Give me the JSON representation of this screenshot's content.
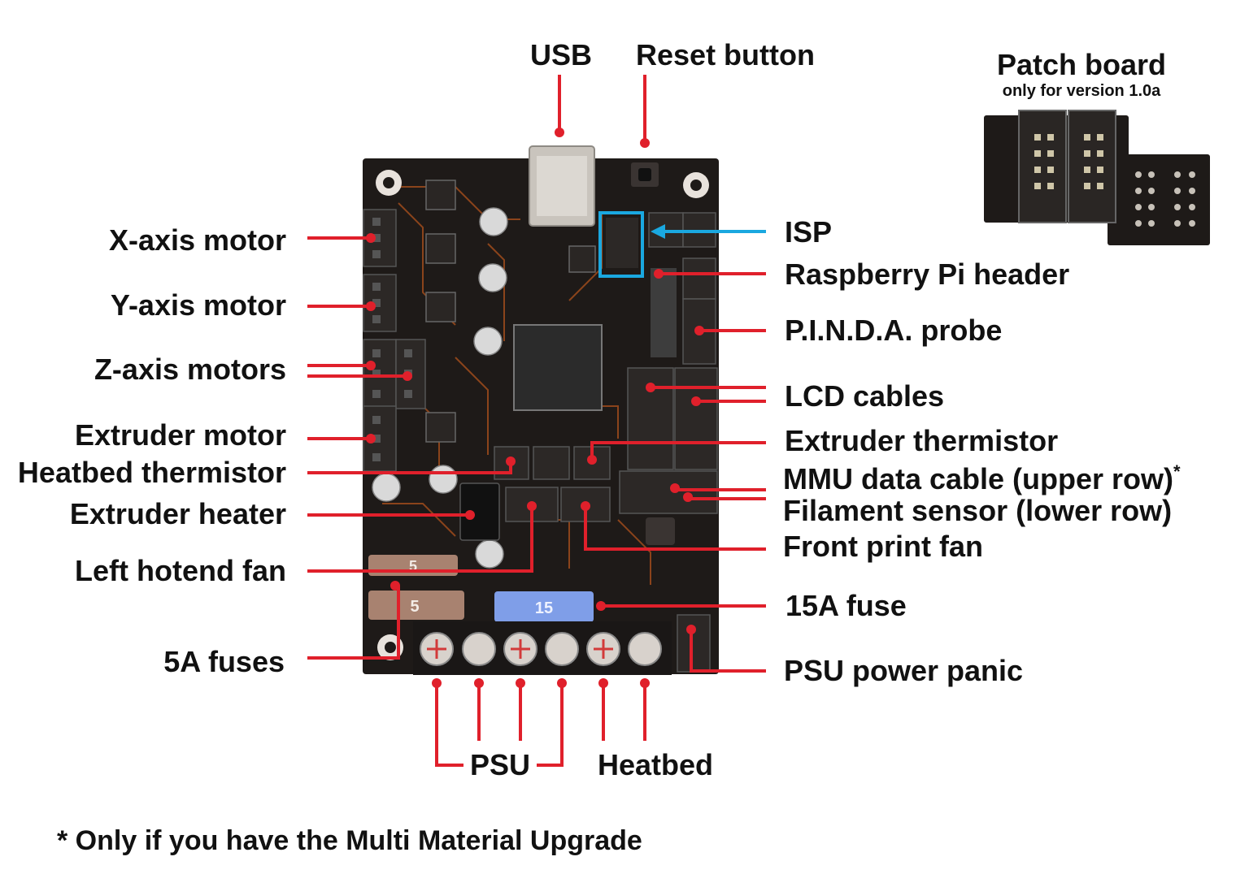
{
  "top_labels": {
    "usb": "USB",
    "reset": "Reset button"
  },
  "patch_board": {
    "title": "Patch board",
    "subtitle": "only for version 1.0a"
  },
  "left_labels": {
    "x_axis": "X-axis motor",
    "y_axis": "Y-axis motor",
    "z_axis": "Z-axis motors",
    "extruder_motor": "Extruder motor",
    "heatbed_thermistor": "Heatbed thermistor",
    "extruder_heater": "Extruder heater",
    "left_hotend_fan": "Left hotend fan",
    "fuses_5a": "5A fuses"
  },
  "right_labels": {
    "isp": "ISP",
    "raspberry": "Raspberry Pi header",
    "pinda": "P.I.N.D.A. probe",
    "lcd": "LCD cables",
    "extruder_thermistor": "Extruder thermistor",
    "mmu": "MMU data cable (upper row)",
    "mmu_star": "*",
    "filament": "Filament sensor (lower row)",
    "front_fan": "Front print fan",
    "fuse_15a": "15A fuse",
    "power_panic": "PSU power panic"
  },
  "bottom_labels": {
    "psu": "PSU",
    "heatbed": "Heatbed"
  },
  "footnote": "* Only if you have the Multi Material Upgrade",
  "board_marks": {
    "fuse_5_top": "5",
    "fuse_5_bottom": "5",
    "fuse_15": "15"
  },
  "colors": {
    "callout": "#e0202b",
    "isp_highlight": "#1aa8e0",
    "board": "#1e1a18",
    "fuse_5a": "#a88270",
    "fuse_15a": "#7f9ee8"
  }
}
